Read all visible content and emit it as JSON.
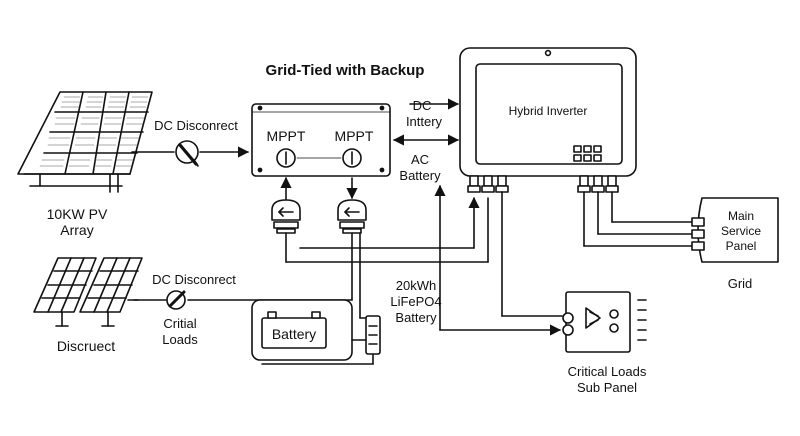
{
  "title": "Grid-Tied with Backup",
  "pv_array": {
    "label_line1": "10KW PV",
    "label_line2": "Array"
  },
  "dc_disconnect_top": "DC Disconrect",
  "mppt_box": {
    "left_label": "MPPT",
    "right_label": "MPPT"
  },
  "dc_battery_link": {
    "line1": "DC",
    "line2": "Inttery"
  },
  "ac_battery_link": {
    "line1": "AC",
    "line2": "Battery"
  },
  "inverter": {
    "label": "Hybrid Inverter"
  },
  "main_panel": {
    "line1": "Main",
    "line2": "Service",
    "line3": "Panel"
  },
  "grid_label": "Grid",
  "secondary_array_label": "Discruect",
  "dc_disconnect_bottom": "DC Disconrect",
  "critical_loads_small": {
    "line1": "Critial",
    "line2": "Loads"
  },
  "battery": {
    "label": "Battery"
  },
  "battery_spec": {
    "line1": "20kWh",
    "line2": "LiFePO4",
    "line3": "Battery"
  },
  "critical_panel": {
    "line1": "Critical Loads",
    "line2": "Sub Panel"
  }
}
